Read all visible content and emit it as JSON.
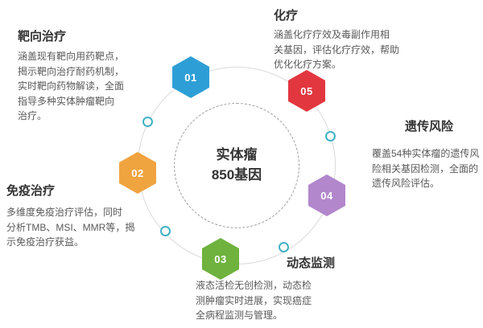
{
  "center": {
    "line1": "实体瘤",
    "line2": "850基因"
  },
  "nodes": [
    {
      "num": "01",
      "title": "靶向治疗",
      "desc": "涵盖现有靶向用药靶点，\n揭示靶向治疗耐药机制，\n实时靶向药物解读，全面\n指导多种实体肿瘤靶向\n治疗。",
      "color": "#2e9fd6"
    },
    {
      "num": "02",
      "title": "免疫治疗",
      "desc": "多维度免疫治疗评估，同时\n分析TMB、MSI、MMR等，揭\n示免疫治疗获益。",
      "color": "#f0a440"
    },
    {
      "num": "03",
      "title": "动态监测",
      "desc": "液态活检无创检测，动态检\n测肿瘤实时进展，实现癌症\n全病程监测与管理。",
      "color": "#6fb23e"
    },
    {
      "num": "04",
      "title": "遗传风险",
      "desc": "覆盖54种实体瘤的遗传风\n险相关基因检测，全面的\n遗传风险评估。",
      "color": "#b287cc"
    },
    {
      "num": "05",
      "title": "化疗",
      "desc": "涵盖化疗疗效及毒副作用相\n关基因，评估化疗疗效，帮助\n优化化疗方案。",
      "color": "#e2373f"
    }
  ],
  "colors": {
    "ring": "#dadada",
    "dashed_circle": "#9b9b9b",
    "dot_border": "#41b1c5",
    "heading_text": "#333333",
    "body_text": "#595959"
  }
}
